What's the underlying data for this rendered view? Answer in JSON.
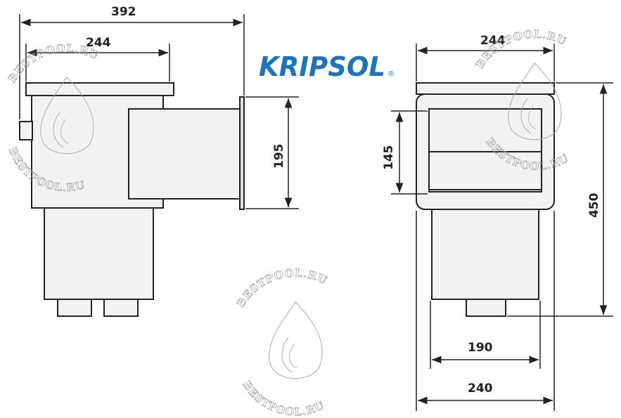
{
  "logo": {
    "brand": "KRIPSOL",
    "trademark": "®",
    "color": "#1c75bc"
  },
  "watermark": {
    "text_top": "BESTPOOL.RU",
    "text_bottom": "BESTPOOL.RU",
    "color": "#9a9a9a"
  },
  "side_view": {
    "dimensions": {
      "total_length": "392",
      "top_width": "244",
      "mouth_height": "195"
    }
  },
  "front_view": {
    "dimensions": {
      "top_width": "244",
      "opening_height": "145",
      "total_height": "450",
      "body_width": "190",
      "base_width": "240"
    }
  },
  "colors": {
    "line": "#222222",
    "fill": "#f2f2f2",
    "dimension": "#222222"
  }
}
